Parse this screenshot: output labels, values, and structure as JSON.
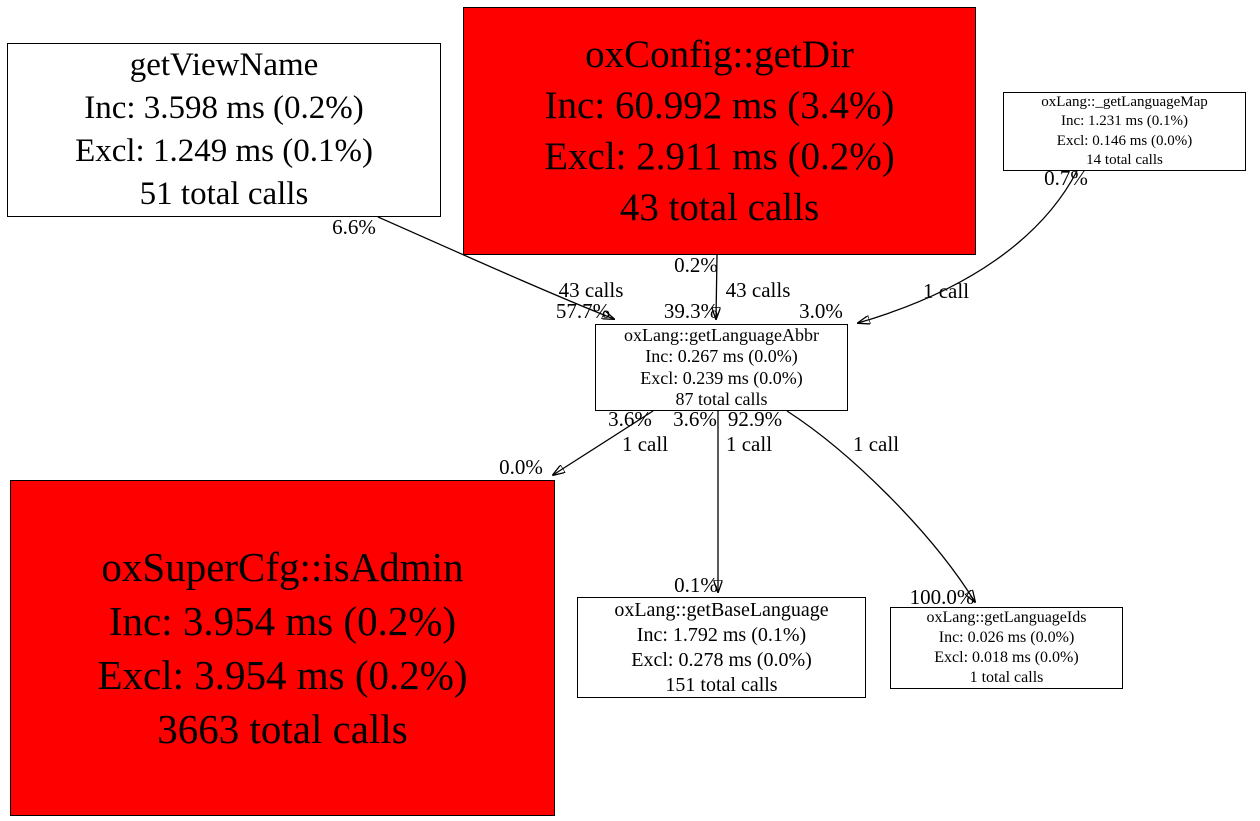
{
  "diagram": {
    "type": "profiler-call-graph",
    "colors": {
      "hot_node_fill": "#ff0000",
      "normal_node_fill": "#ffffff",
      "node_border": "#000000",
      "edge": "#000000",
      "background": "#ffffff",
      "text": "#000000"
    }
  },
  "nodes": {
    "getViewName": {
      "title": "getViewName",
      "inc": "Inc: 3.598 ms (0.2%)",
      "excl": "Excl: 1.249 ms (0.1%)",
      "calls": "51 total calls"
    },
    "getDir": {
      "title": "oxConfig::getDir",
      "inc": "Inc: 60.992 ms (3.4%)",
      "excl": "Excl: 2.911 ms (0.2%)",
      "calls": "43 total calls"
    },
    "getLanguageMap": {
      "title": "oxLang::_getLanguageMap",
      "inc": "Inc: 1.231 ms (0.1%)",
      "excl": "Excl: 0.146 ms (0.0%)",
      "calls": "14 total calls"
    },
    "getLanguageAbbr": {
      "title": "oxLang::getLanguageAbbr",
      "inc": "Inc: 0.267 ms (0.0%)",
      "excl": "Excl: 0.239 ms (0.0%)",
      "calls": "87 total calls"
    },
    "isAdmin": {
      "title": "oxSuperCfg::isAdmin",
      "inc": "Inc: 3.954 ms (0.2%)",
      "excl": "Excl: 3.954 ms (0.2%)",
      "calls": "3663 total calls"
    },
    "getBaseLanguage": {
      "title": "oxLang::getBaseLanguage",
      "inc": "Inc: 1.792 ms (0.1%)",
      "excl": "Excl: 0.278 ms (0.0%)",
      "calls": "151 total calls"
    },
    "getLanguageIds": {
      "title": "oxLang::getLanguageIds",
      "inc": "Inc: 0.026 ms (0.0%)",
      "excl": "Excl: 0.018 ms (0.0%)",
      "calls": "1 total calls"
    }
  },
  "edges": {
    "viewname_to_abbr": {
      "source_pct": "6.6%",
      "calls": "43 calls",
      "target_pct": "57.7%"
    },
    "getdir_to_abbr": {
      "source_pct": "0.2%",
      "calls": "43 calls",
      "target_pct": "39.3%"
    },
    "langmap_to_abbr": {
      "source_pct": "0.7%",
      "calls": "1 call",
      "target_pct": "3.0%"
    },
    "abbr_to_isadmin": {
      "source_pct": "3.6%",
      "calls": "1 call",
      "target_pct": "0.0%"
    },
    "abbr_to_baselang": {
      "source_pct": "3.6%",
      "calls": "1 call",
      "target_pct": "0.1%"
    },
    "abbr_to_langids": {
      "source_pct": "92.9%",
      "calls": "1 call",
      "target_pct": "100.0%"
    }
  }
}
